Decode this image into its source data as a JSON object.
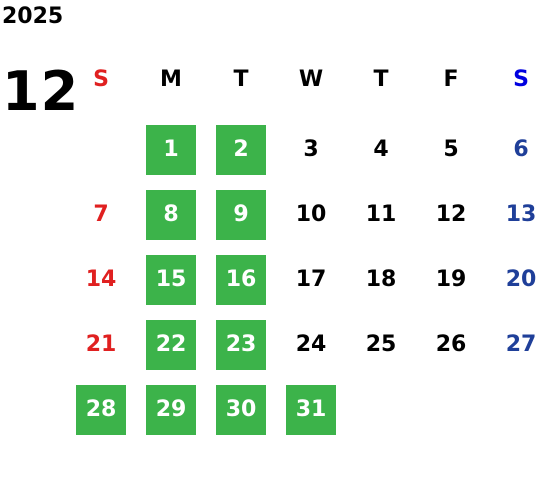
{
  "calendar": {
    "year": "2025",
    "month": "12",
    "weekdays": [
      "S",
      "M",
      "T",
      "W",
      "T",
      "F",
      "S"
    ],
    "start_weekday": 1,
    "days": [
      "1",
      "2",
      "3",
      "4",
      "5",
      "6",
      "7",
      "8",
      "9",
      "10",
      "11",
      "12",
      "13",
      "14",
      "15",
      "16",
      "17",
      "18",
      "19",
      "20",
      "21",
      "22",
      "23",
      "24",
      "25",
      "26",
      "27",
      "28",
      "29",
      "30",
      "31"
    ],
    "highlighted_days": [
      1,
      2,
      8,
      9,
      15,
      16,
      22,
      23,
      28,
      29,
      30,
      31
    ],
    "colors": {
      "highlight_bg": "#3cb34a",
      "highlight_text": "#ffffff",
      "sunday": "#e02020",
      "saturday": "#1f3f99",
      "saturday_header": "#0000e0",
      "weekday": "#000000"
    }
  }
}
